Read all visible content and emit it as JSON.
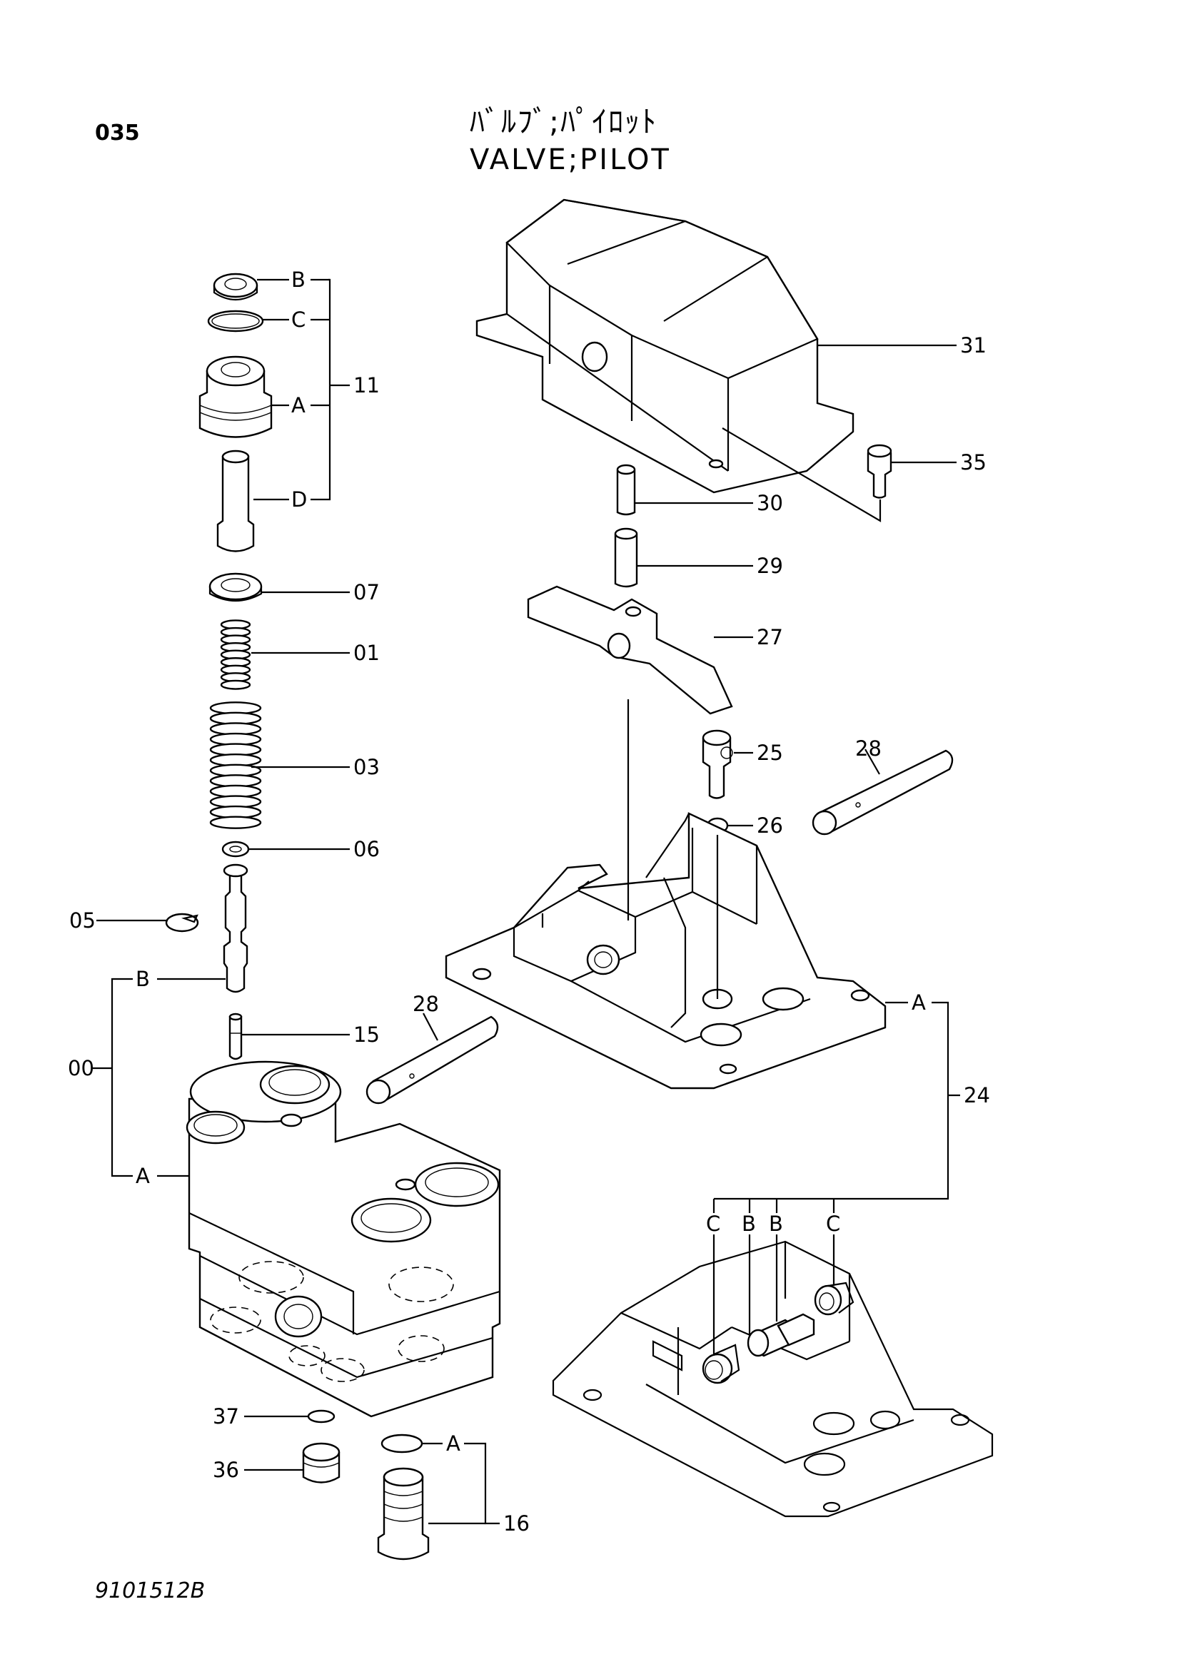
{
  "header": {
    "code": "035",
    "title_jp": "ﾊﾞﾙﾌﾞ;ﾊﾟｲﾛｯﾄ",
    "title_en": "VALVE;PILOT"
  },
  "footer": {
    "drawing_number": "9101512B"
  },
  "callouts": {
    "n11": "11",
    "n07": "07",
    "n01": "01",
    "n03": "03",
    "n06": "06",
    "n05": "05",
    "n15": "15",
    "n00": "00",
    "n37": "37",
    "n36": "36",
    "n16": "16",
    "n31": "31",
    "n35": "35",
    "n30": "30",
    "n29": "29",
    "n27": "27",
    "n25": "25",
    "n26": "26",
    "n28a": "28",
    "n28b": "28",
    "n24": "24",
    "sB1": "B",
    "sC1": "C",
    "sA1": "A",
    "sD1": "D",
    "sB2": "B",
    "sA2": "A",
    "sA3": "A",
    "sA4": "A",
    "sC2": "C",
    "sB3": "B",
    "sB4": "B",
    "sC3": "C"
  }
}
